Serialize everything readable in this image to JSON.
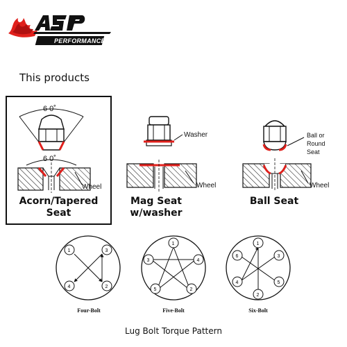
{
  "logo": {
    "brand": "ASP",
    "tagline": "PERFORMANCE"
  },
  "heading": "This products",
  "seats": {
    "acorn": {
      "label": "Acorn/Tapered Seat",
      "angle_top": "6 0˚",
      "angle_bottom": "6 0˚",
      "wheel": "Wheel"
    },
    "mag": {
      "label": "Mag Seat w/washer",
      "washer": "Washer",
      "wheel": "Wheel"
    },
    "ball": {
      "label": "Ball Seat",
      "ball_label": "Ball or Round Seat",
      "wheel": "Wheel"
    }
  },
  "patterns": {
    "four": {
      "label": "Four-Bolt",
      "numbers": [
        "1",
        "3",
        "4",
        "2"
      ]
    },
    "five": {
      "label": "Five-Bolt",
      "numbers": [
        "1",
        "3",
        "4",
        "5",
        "2"
      ]
    },
    "six": {
      "label": "Six-Bolt",
      "numbers": [
        "1",
        "6",
        "3",
        "4",
        "5",
        "2"
      ]
    }
  },
  "torque_title": "Lug Bolt Torque Pattern",
  "colors": {
    "accent_red": "#e0201c",
    "ink": "#111111"
  }
}
